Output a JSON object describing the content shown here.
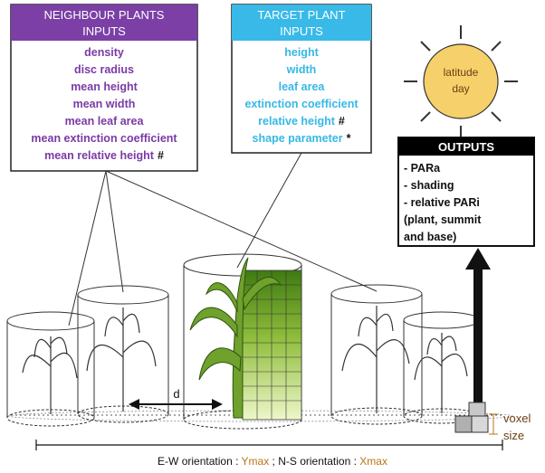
{
  "neighbour_box": {
    "title_line1": "NEIGHBOUR PLANTS",
    "title_line2": "INPUTS",
    "items": [
      "density",
      "disc radius",
      "mean height",
      "mean width",
      "mean leaf area",
      "mean extinction coefficient",
      "mean relative height"
    ],
    "last_marker": "#"
  },
  "target_box": {
    "title_line1": "TARGET PLANT",
    "title_line2": "INPUTS",
    "items": [
      "height",
      "width",
      "leaf area",
      "extinction coefficient",
      "relative height",
      "shape parameter"
    ],
    "markers": [
      "#",
      "*"
    ]
  },
  "sun": {
    "line1": "latitude",
    "line2": "day"
  },
  "outputs": {
    "title": "OUTPUTS",
    "items": [
      "- PARa",
      "- shading",
      "- relative PARi",
      "(plant, summit",
      "and base)"
    ]
  },
  "labels": {
    "distance": "d",
    "voxel_line1": "voxel",
    "voxel_line2": "size"
  },
  "axis_caption": {
    "part1": "E-W orientation : ",
    "part2": "Ymax",
    "part3": " ; N-S orientation : ",
    "part4": "Xmax"
  },
  "colors": {
    "neighbour": "#7b3fa5",
    "target": "#39b9e8",
    "outputs": "#000000",
    "sun": "#f6d06a",
    "highlight": "#b8741a",
    "green": "#6fa12c"
  }
}
